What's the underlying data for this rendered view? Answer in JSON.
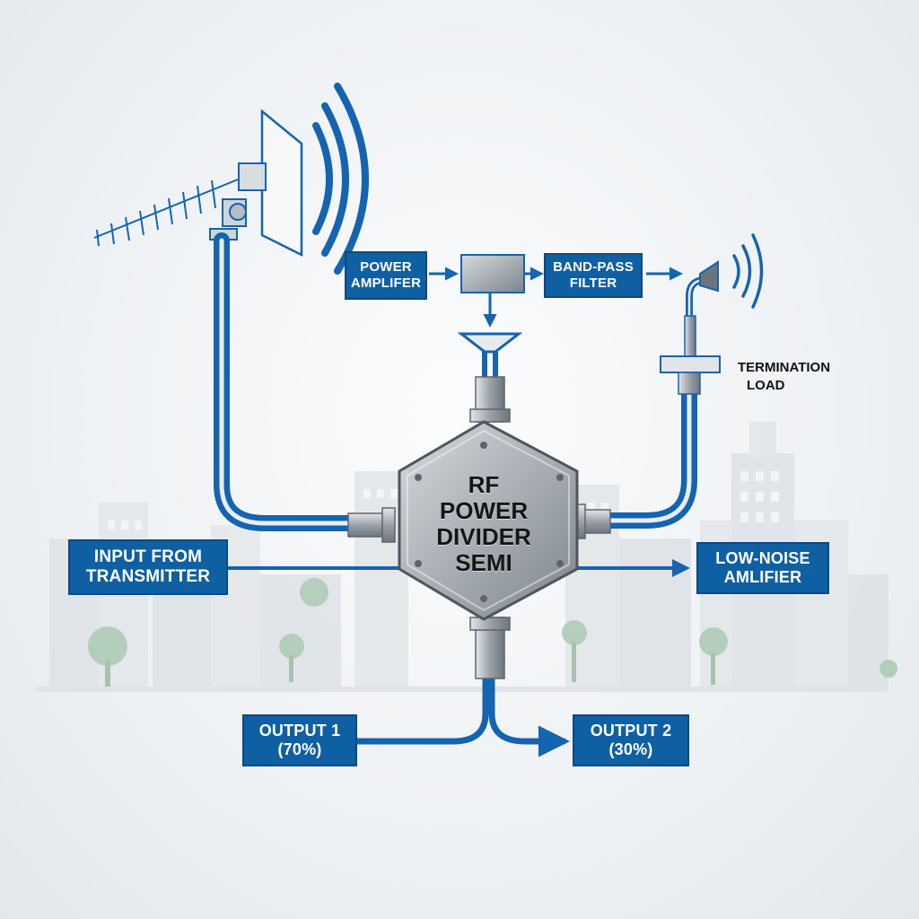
{
  "hub": {
    "lines": [
      "RF",
      "POWER",
      "DIVIDER",
      "SEMI"
    ]
  },
  "labels": {
    "power_amplifier": [
      "POWER",
      "AMPLIFER"
    ],
    "band_pass_filter": [
      "BAND-PASS",
      "FILTER"
    ],
    "input": [
      "INPUT FROM",
      "TRANSMITTER"
    ],
    "low_noise_amplifier": [
      "LOW-NOISE",
      "AMLIFIER"
    ],
    "output_1": [
      "OUTPUT 1",
      "(70%)"
    ],
    "output_2": [
      "OUTPUT 2",
      "(30%)"
    ],
    "termination_load": [
      "TERMINATION",
      "LOAD"
    ]
  },
  "colors": {
    "cable_blue": "#1464b0",
    "label_blue": "#0f5fa3",
    "metal": "#a9afb5",
    "skyline": "#dde2e7",
    "tree_green": "#a9c9b2"
  },
  "icons": [
    "yagi-antenna-icon",
    "panel-antenna-icon",
    "signal-waves-icon",
    "horn-antenna-icon",
    "arrow-icon",
    "city-skyline-icon"
  ]
}
